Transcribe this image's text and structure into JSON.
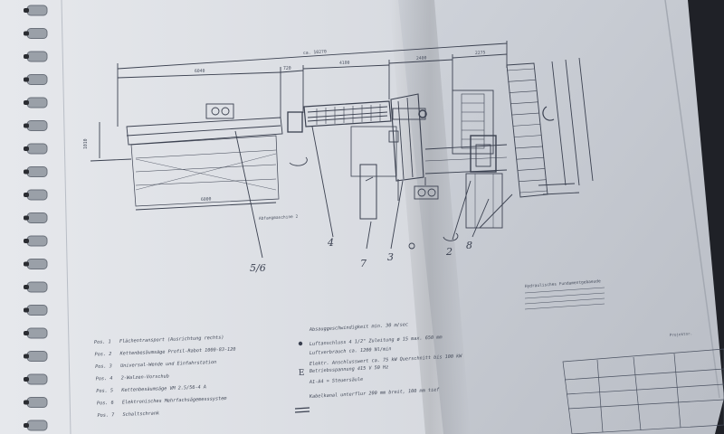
{
  "drawing": {
    "dimensions": {
      "overall": "ca. 10270",
      "seg_a": "6040",
      "seg_b": "720",
      "seg_c": "4100",
      "seg_d": "2400",
      "seg_e": "2275",
      "lower": "6000",
      "left_height": "1010"
    },
    "callouts": [
      "5/6",
      "4",
      "7",
      "3",
      "2",
      "8"
    ],
    "annotation_left": "Abfangmaschine 2",
    "annotation_right": "Hydraulisches Fundamentgebaeude"
  },
  "legend": {
    "positions": [
      {
        "pos": "Pos. 1",
        "text": "Flächentransport (Ausrichtung rechts)"
      },
      {
        "pos": "Pos. 2",
        "text": "Kettenbesäumsäge Profil-Rabot 1000-83-120"
      },
      {
        "pos": "Pos. 3",
        "text": "Universal-Wende und Einfahrstation"
      },
      {
        "pos": "Pos. 4",
        "text": "2-Walzen-Vorschub"
      },
      {
        "pos": "Pos. 5",
        "text": "Kettenbesäumsäge VM 2.5/56-4 A"
      },
      {
        "pos": "Pos. 6",
        "text": "Elektronisches Mehrfachsägemesssystem"
      },
      {
        "pos": "Pos. 7",
        "text": "Schaltschrank"
      }
    ],
    "notes": [
      "Absauggeschwindigkeit min. 30 m/sec",
      "Luftanschluss  4 1/2\"  Zuleitung ø 15  max. 650 mm",
      "Luftverbrauch   ca. 1200 Nl/min",
      "Elektr. Anschlusswert ca.   75 kW  Querschnitt bis 100 kW",
      "Betriebsspannung  415 V  50 Hz",
      "A1-A4 = Steuersäule",
      "Kabelkanal unterflur 200 mm breit, 100 mm tief"
    ],
    "symbol_e": "E"
  },
  "title_block": {
    "label": "Projektnr."
  },
  "colors": {
    "paper": "#d7dbe2",
    "ink": "#2d3340",
    "background": "#1d1f24"
  }
}
